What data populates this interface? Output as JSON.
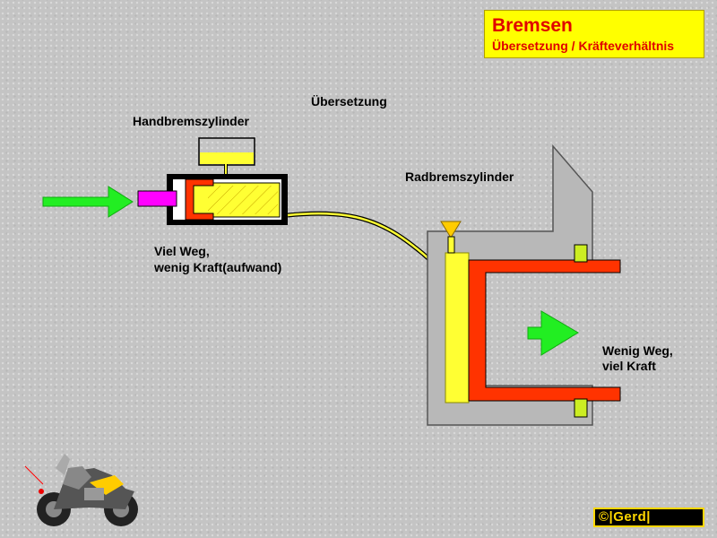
{
  "title": {
    "main": "Bremsen",
    "sub": "Übersetzung / Kräfteverhältnis"
  },
  "labels": {
    "uebersetzung": "Übersetzung",
    "handbremszylinder": "Handbremszylinder",
    "radbremszylinder": "Radbremszylinder",
    "hand_line1": "Viel Weg,",
    "hand_line2": "wenig Kraft(aufwand)",
    "rad_line1": "Wenig Weg,",
    "rad_line2": "viel Kraft"
  },
  "copyright": "©|Gerd|",
  "colors": {
    "title_bg": "#ffff00",
    "title_text": "#e00000",
    "fluid": "#ffff33",
    "piston": "#ff3300",
    "arrow": "#22ee22",
    "plunger": "#ff00ff",
    "caliper": "#b8b8b8",
    "seal": "#ccee22"
  },
  "icons": {
    "input_arrow": "green-right-arrow-icon",
    "output_arrow": "green-right-arrow-icon",
    "motorcycle": "motorcycle-icon",
    "bleed_valve": "funnel-icon"
  }
}
